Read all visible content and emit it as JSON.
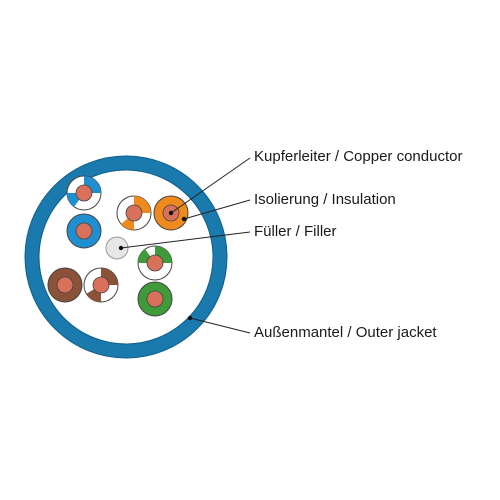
{
  "labels": {
    "copper_conductor": "Kupferleiter / Copper conductor",
    "insulation": "Isolierung / Insulation",
    "filler": "Füller / Filler",
    "outer_jacket": "Außenmantel / Outer jacket"
  },
  "colors": {
    "jacket": "#1a79ad",
    "jacket_inner": "#ffffff",
    "copper": "#d9705a",
    "blue": "#1e8fd0",
    "orange": "#ee8a1e",
    "green": "#3f9a3a",
    "brown": "#8a5238",
    "filler": "#e6e6e6",
    "outline": "#444444",
    "leader": "#222222"
  },
  "pairs": [
    {
      "name": "blue",
      "color_key": "blue"
    },
    {
      "name": "orange",
      "color_key": "orange"
    },
    {
      "name": "green",
      "color_key": "green"
    },
    {
      "name": "brown",
      "color_key": "brown"
    }
  ]
}
